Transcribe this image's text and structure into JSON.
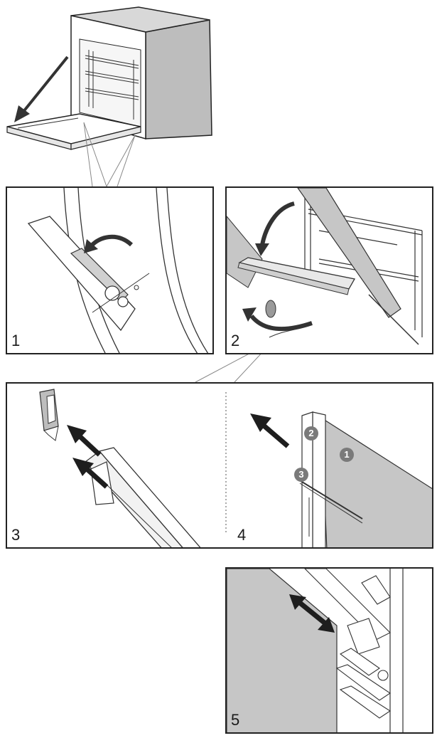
{
  "colors": {
    "line": "#222222",
    "panel_grey": "#c8c8c8",
    "arrow_dark": "#1e1e1e",
    "callout_grey": "#7a7a7a"
  },
  "steps": [
    {
      "number": "1"
    },
    {
      "number": "2"
    },
    {
      "number": "3"
    },
    {
      "number": "4"
    },
    {
      "number": "5"
    }
  ],
  "callouts": {
    "c1": "1",
    "c2": "2",
    "c3": "3"
  }
}
